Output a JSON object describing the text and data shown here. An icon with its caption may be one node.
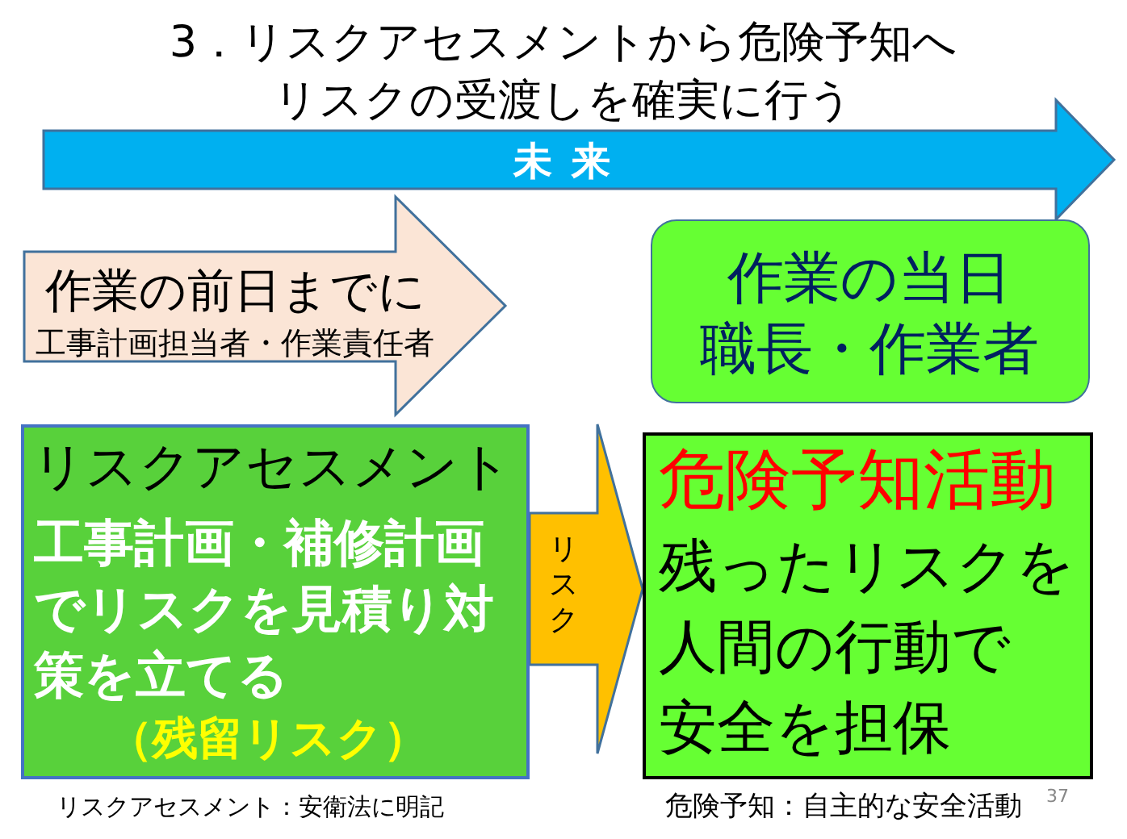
{
  "diagram": {
    "title": "3．リスクアセスメントから危険予知へリスクの受渡しを確実に行う",
    "nodes": [
      {
        "text": [
          "未 来"
        ]
      },
      {
        "text": [
          "作業の前日までに",
          "工事計画担当者・作業責任者"
        ]
      },
      {
        "text": [
          "作業の当日",
          "職長・作業者"
        ]
      },
      {
        "text": [
          "リスクアセスメント",
          "工事計画・補修計画でリスクを見積り対策を立てる",
          "（残留リスク）"
        ],
        "beside": [
          "リスクアセスメント：安衛法に明記"
        ]
      },
      {
        "text": [
          "危険予知活動",
          "残ったリスクを人間の行動で安全を担保"
        ],
        "beside": [
          "危険予知：自主的な安全活動"
        ]
      }
    ],
    "edges": [
      {
        "from": 3,
        "to": 4,
        "arrow": "to",
        "label": "リスク"
      }
    ],
    "labels": [
      "37"
    ]
  }
}
